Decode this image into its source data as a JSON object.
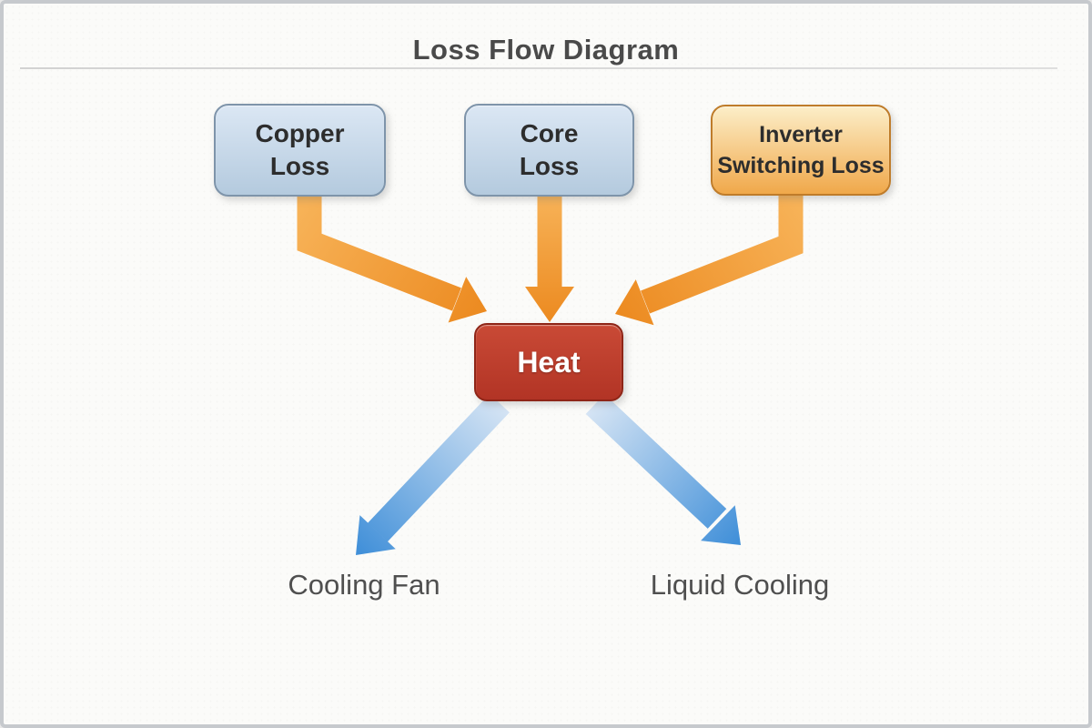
{
  "title": "Loss Flow Diagram",
  "nodes": {
    "copper": {
      "line1": "Copper",
      "line2": "Loss"
    },
    "core": {
      "line1": "Core",
      "line2": "Loss"
    },
    "inverter": {
      "line1": "Inverter",
      "line2": "Switching Loss"
    },
    "heat": {
      "label": "Heat"
    },
    "cooling_fan": {
      "label": "Cooling Fan"
    },
    "liquid_cooling": {
      "label": "Liquid Cooling"
    }
  },
  "edges": [
    {
      "from": "Copper Loss",
      "to": "Heat",
      "style": "orange-elbow-arrow"
    },
    {
      "from": "Core Loss",
      "to": "Heat",
      "style": "orange-straight-arrow"
    },
    {
      "from": "Inverter Switching Loss",
      "to": "Heat",
      "style": "orange-elbow-arrow"
    },
    {
      "from": "Heat",
      "to": "Cooling Fan",
      "style": "blue-diagonal-arrow"
    },
    {
      "from": "Heat",
      "to": "Liquid Cooling",
      "style": "blue-diagonal-arrow"
    }
  ],
  "colors": {
    "frame_border": "#c6c9cd",
    "canvas_bg": "#fbfbf9",
    "divider": "#d2d2d2",
    "title_color": "#4a4a4a",
    "label_color": "#4f4f4f",
    "box_text": "#2d2d2d",
    "loss_box_top": "#dbe7f4",
    "loss_box_bottom": "#b4cade",
    "loss_box_border": "#7e94aa",
    "inv_box_top": "#fceec8",
    "inv_box_bottom": "#f0a84a",
    "inv_box_border": "#bf7c2a",
    "heat_top": "#c94a36",
    "heat_bottom": "#b23425",
    "heat_border": "#8e2517",
    "heat_text": "#ffffff",
    "orange_light": "#f7b257",
    "orange_dark": "#ec8a20",
    "blue_light": "#d5e4f4",
    "blue_dark": "#3e8ed8"
  }
}
